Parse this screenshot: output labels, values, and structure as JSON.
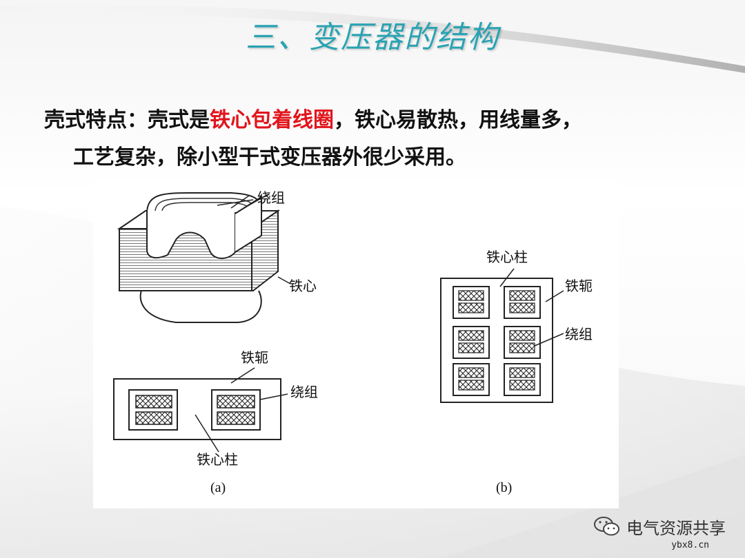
{
  "slide": {
    "title": "三、变压器的结构",
    "line1_prefix": "壳式特点：壳式是",
    "line1_highlight": "铁心包着线圈",
    "line1_suffix": "，铁心易散热，用线量多，",
    "line2": "工艺复杂，除小型干式变压器外很少采用。",
    "highlight_color": "#e1141b",
    "title_color": "#2aa3b2"
  },
  "figure": {
    "a": {
      "label_winding_3d": "绕组",
      "label_core_3d": "铁心",
      "label_yoke": "铁轭",
      "label_winding": "绕组",
      "label_limb": "铁心柱",
      "caption": "(a)"
    },
    "b": {
      "label_limb": "铁心柱",
      "label_yoke": "铁轭",
      "label_winding": "绕组",
      "caption": "(b)"
    }
  },
  "watermark": {
    "icon": "wechat-icon",
    "text": "电气资源共享",
    "site": "ybx8.cn"
  }
}
